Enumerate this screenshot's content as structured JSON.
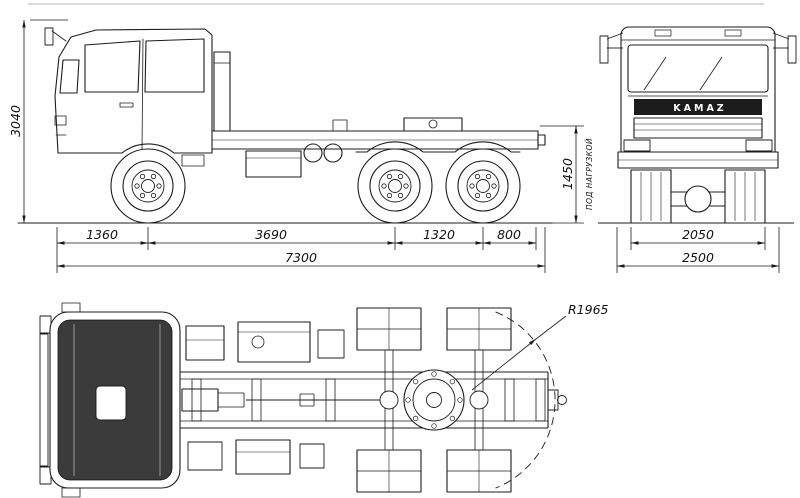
{
  "drawing": {
    "type": "three-view technical drawing",
    "subject": "KAMAZ truck chassis"
  },
  "front_view": {
    "grille_badge": "KAMAZ"
  },
  "dimensions": {
    "overall_height": "3040",
    "front_overhang": "1360",
    "wheelbase": "3690",
    "rear_axle_spacing": "1320",
    "rear_overhang": "800",
    "overall_length": "7300",
    "frame_height_loaded": "1450",
    "frame_height_note": "ПОД НАГРУЗКОЙ",
    "front_track": "2050",
    "overall_width": "2500",
    "turning_radius": "R1965"
  },
  "colors": {
    "line": "#1c1c1c",
    "cab_shade": "#3b3b3b",
    "background": "#ffffff"
  }
}
